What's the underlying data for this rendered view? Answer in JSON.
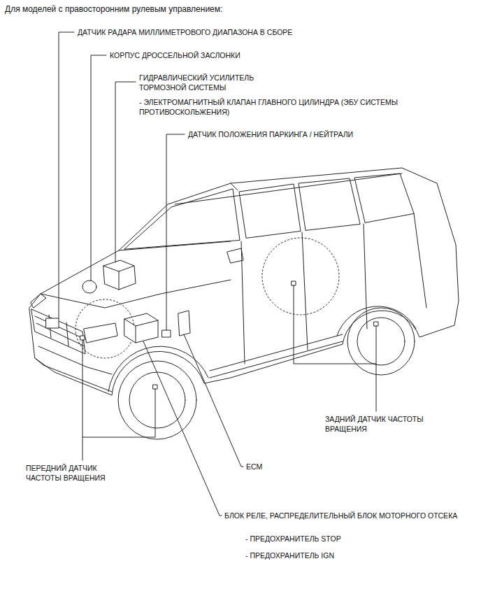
{
  "diagram": {
    "title": "Для моделей с правосторонним рулевым управлением:",
    "labels": [
      "ДАТЧИК РАДАРА МИЛЛИМЕТРОВОГО ДИАПАЗОНА В СБОРЕ",
      "КОРПУС ДРОССЕЛЬНОЙ ЗАСЛОНКИ",
      "ГИДРАВЛИЧЕСКИЙ УСИЛИТЕЛЬ ТОРМОЗНОЙ СИСТЕМЫ",
      "- ЭЛЕКТРОМАГНИТНЫЙ КЛАПАН ГЛАВНОГО ЦИЛИНДРА (ЭБУ СИСТЕМЫ ПРОТИВОСКОЛЬЖЕНИЯ)",
      "ДАТЧИК ПОЛОЖЕНИЯ ПАРКИНГА / НЕЙТРАЛИ",
      "ЗАДНИЙ ДАТЧИК ЧАСТОТЫ ВРАЩЕНИЯ",
      "ПЕРЕДНИЙ ДАТЧИК ЧАСТОТЫ ВРАЩЕНИЯ",
      "ECM",
      "БЛОК РЕЛЕ, РАСПРЕДЕЛИТЕЛЬНЫЙ БЛОК МОТОРНОГО ОТСЕКА",
      "- ПРЕДОХРАНИТЕЛЬ STOP",
      "- ПРЕДОХРАНИТЕЛЬ IGN"
    ]
  }
}
